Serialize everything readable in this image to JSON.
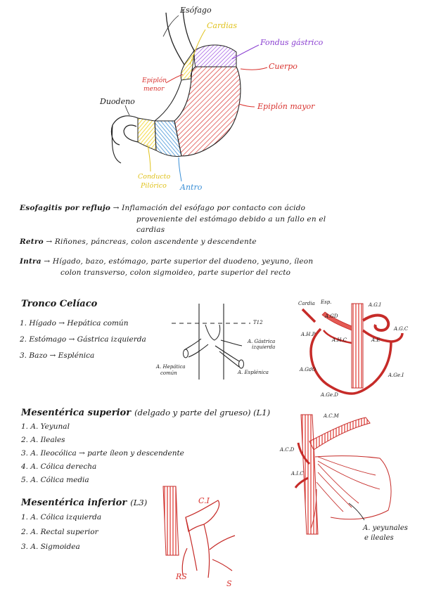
{
  "stomach": {
    "labels": {
      "esofago": "Esófago",
      "cardias": "Cardias",
      "fundus": "Fondus gástrico",
      "cuerpo": "Cuerpo",
      "epiplon_menor_1": "Epiplón",
      "epiplon_menor_2": "menor",
      "epiplon_mayor": "Epiplón mayor",
      "duodeno": "Duodeno",
      "conducto_1": "Conducto",
      "conducto_2": "Pilórico",
      "antro": "Antro"
    },
    "colors": {
      "cardias": "#f0d21c",
      "fundus": "#9b4fe0",
      "cuerpo": "#d9332f",
      "conducto": "#f3dc2a",
      "antro": "#3a8fd6"
    }
  },
  "notes": {
    "reflux_term": "Esofagitis por reflujo",
    "reflux_line1": "→ Inflamación del esófago por contacto con ácido",
    "reflux_line2": "proveniente del estómago debido a un fallo en el",
    "reflux_line3": "cardias",
    "retro_term": "Retro",
    "retro_text": "→ Riñones, páncreas, colon ascendente y descendente",
    "intra_term": "Intra",
    "intra_line1": "→ Hígado, bazo, estómago, parte superior del duodeno, yeyuno, íleon",
    "intra_line2": "colon transverso, colon sigmoideo, parte superior del recto"
  },
  "tronco": {
    "title": "Tronco Celíaco",
    "items": [
      "1. Hígado → Hepática común",
      "2. Estómago → Gástrica izquierda",
      "3. Bazo → Esplénica"
    ],
    "diagram_labels": {
      "t12": "T12",
      "gastrica_izq_1": "A. Gástrica",
      "gastrica_izq_2": "izquierda",
      "hepatica_1": "A. Hepática",
      "hepatica_2": "común",
      "esplenica": "A. Esplénica"
    },
    "right_labels": {
      "cardia": "Cardia",
      "esp": "Esp.",
      "agd": "A.GD",
      "agi": "A.G.I",
      "ahp": "A.H.P",
      "ahc": "A.H.C",
      "ae": "A.E",
      "agc": "A.G.C",
      "agdo": "A.GdO",
      "agei": "A.Ge.I",
      "aged": "A.Ge.D"
    }
  },
  "mesenterica_sup": {
    "title": "Mesentérica superior",
    "subtitle": "(delgado y parte del grueso) (L1)",
    "items": [
      "1. A. Yeyunal",
      "2. A. Ileales",
      "3. A. Ileocólica → parte íleon y descendente",
      "4. A. Cólica derecha",
      "5. A. Cólica media"
    ],
    "diagram_labels": {
      "acm": "A.C.M",
      "acd": "A.C.D",
      "aic": "A.I.C",
      "yeyunales_1": "A. yeyunales",
      "yeyunales_2": "e ileales"
    }
  },
  "mesenterica_inf": {
    "title": "Mesentérica inferior",
    "subtitle": "(L3)",
    "items": [
      "1. A. Cólica izquierda",
      "2. A. Rectal superior",
      "3. A. Sigmoidea"
    ],
    "diagram_labels": {
      "ci": "C.I",
      "rs": "RS",
      "s": "S"
    }
  }
}
